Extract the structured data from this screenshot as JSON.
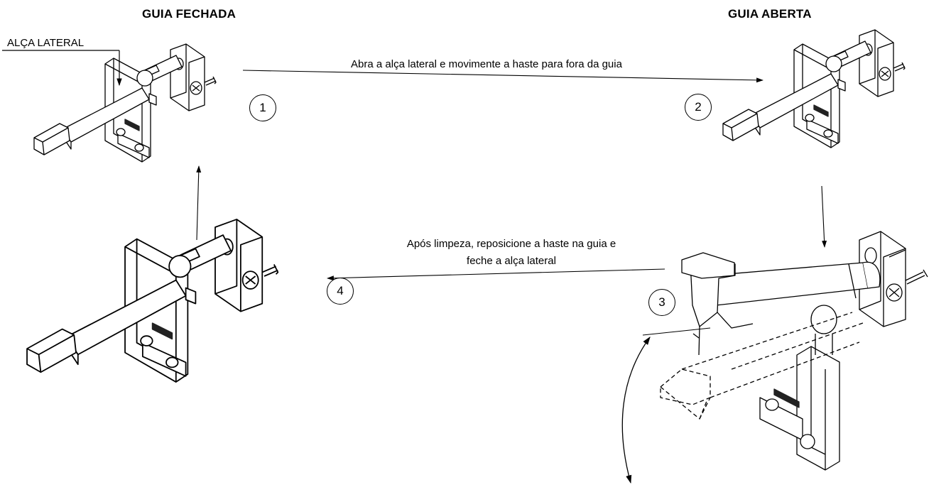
{
  "titles": {
    "closed": "GUIA FECHADA",
    "open": "GUIA ABERTA"
  },
  "callout": {
    "side_handle": "ALÇA LATERAL"
  },
  "captions": {
    "step_open": "Abra a alça lateral e movimente a haste para fora da guia",
    "step_close_line1": "Após limpeza, reposicione a haste na guia e",
    "step_close_line2": "feche a alça lateral"
  },
  "steps": [
    "1",
    "2",
    "3",
    "4"
  ],
  "colors": {
    "line": "#000000",
    "background": "#ffffff",
    "fill": "#ffffff",
    "shade": "#dddddd"
  }
}
